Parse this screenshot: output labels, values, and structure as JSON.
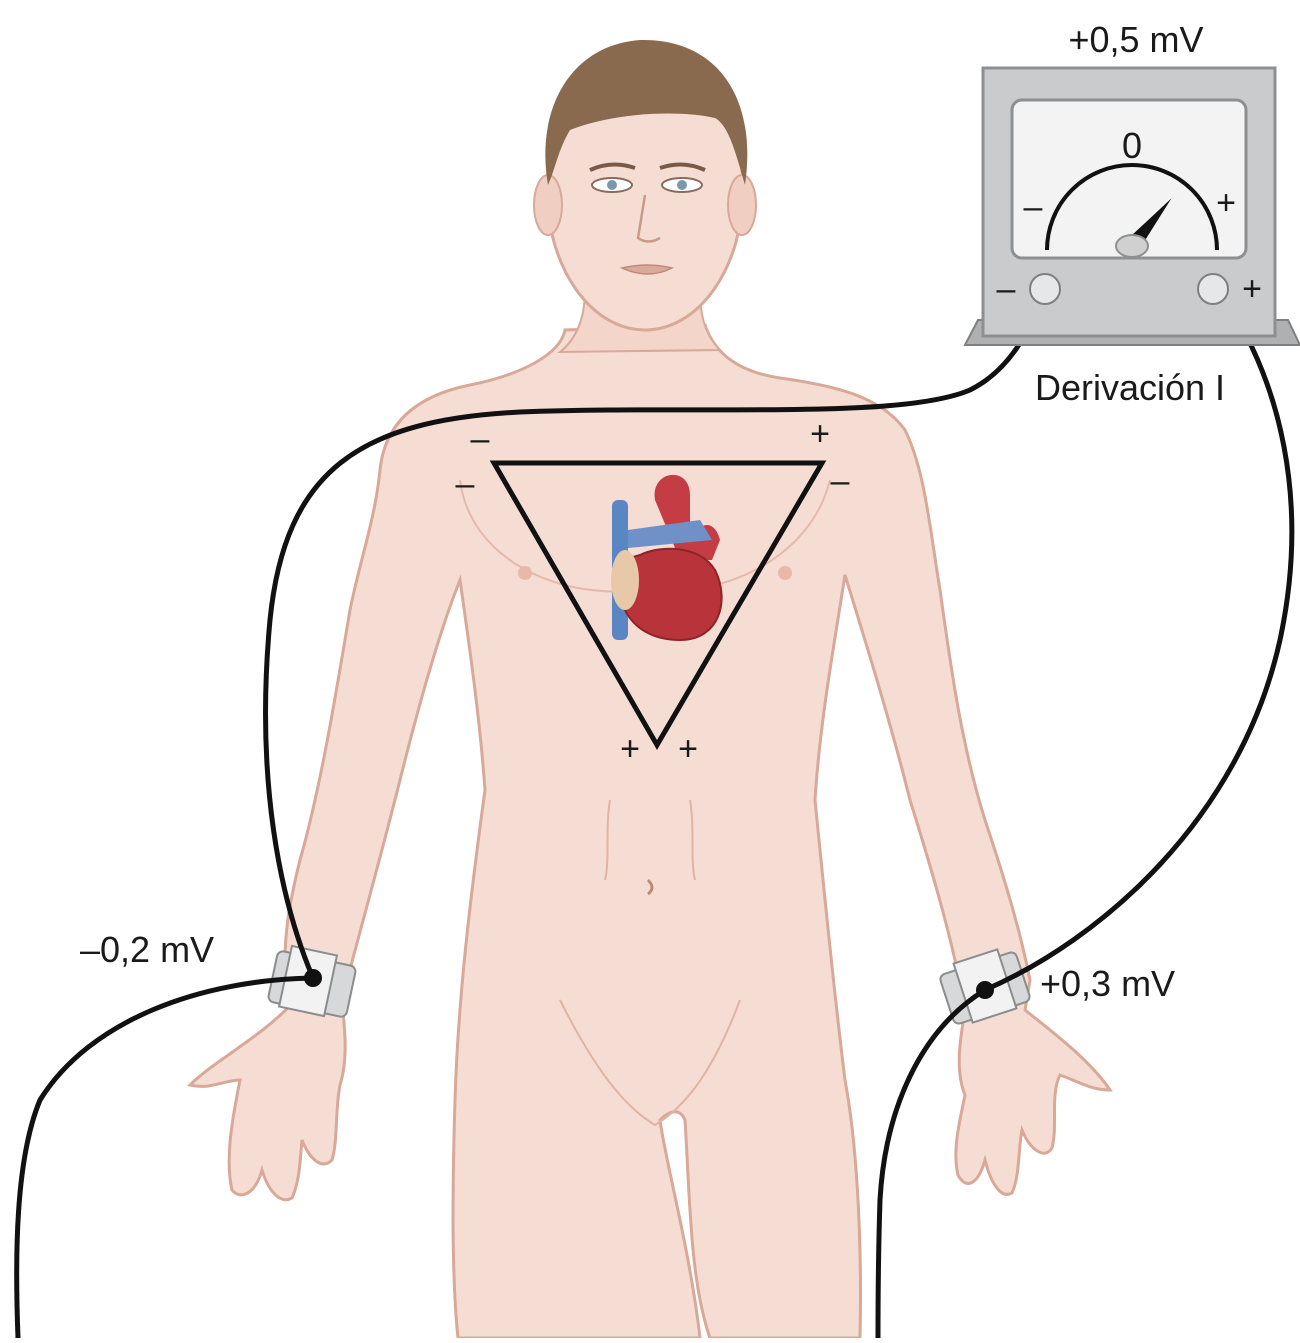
{
  "meter": {
    "reading": "+0,5 mV",
    "scale_zero": "0",
    "scale_minus": "–",
    "scale_plus": "+",
    "terminal_minus": "–",
    "terminal_plus": "+",
    "lead_name": "Derivación I",
    "needle_level_fraction": 0.72
  },
  "electrodes": {
    "right_arm_reading": "–0,2 mV",
    "left_arm_reading": "+0,3 mV"
  },
  "triangle_signs": {
    "top_left_upper": "–",
    "top_left_lower": "–",
    "top_right_upper": "+",
    "top_right_lower": "–",
    "bottom_left": "+",
    "bottom_right": "+"
  },
  "colors": {
    "skin": "#f6ddd3",
    "skin_outline": "#d8a898",
    "hair": "#8a6a4e",
    "heart_red": "#b8343a",
    "vessel_blue": "#5b86c4",
    "meter_body": "#c9cbcd",
    "wire": "#111111"
  }
}
